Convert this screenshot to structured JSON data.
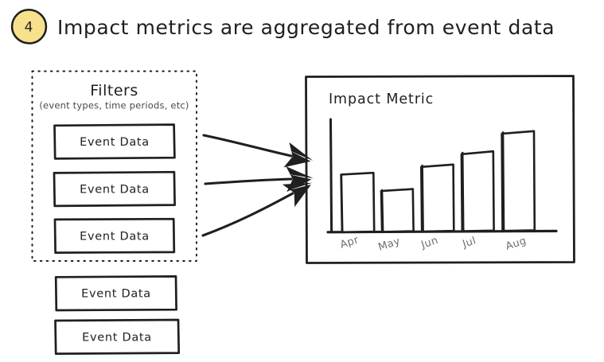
{
  "page": {
    "background": "#ffffff",
    "ink": "#1f1f1f"
  },
  "header": {
    "badge": {
      "number": "4",
      "fill": "#f8e18c",
      "stroke": "#1f1f1f"
    },
    "title": "Impact metrics are aggregated from event data"
  },
  "filters_group": {
    "title": "Filters",
    "subtitle": "(event types, time periods, etc)",
    "border_style": "dotted",
    "items": [
      {
        "label": "Event Data"
      },
      {
        "label": "Event Data"
      },
      {
        "label": "Event Data"
      }
    ]
  },
  "unfiltered_items": [
    {
      "label": "Event Data"
    },
    {
      "label": "Event Data"
    }
  ],
  "arrows": {
    "count": 3,
    "direction": "left-to-right",
    "color": "#1f1f1f"
  },
  "chart_panel": {
    "border_color": "#1f1f1f",
    "background": "#ffffff"
  },
  "chart_data": {
    "type": "bar",
    "title": "Impact Metric",
    "categories": [
      "Apr",
      "May",
      "Jun",
      "Jul",
      "Aug"
    ],
    "values": [
      58,
      42,
      66,
      79,
      100
    ],
    "ylim": [
      0,
      115
    ],
    "xlabel": "",
    "ylabel": "",
    "grid": false,
    "legend": null,
    "bar_fill": "#ffffff",
    "bar_hatch_color": "#8fdc9f",
    "bar_stroke": "#1f1f1f",
    "tick_label_color": "#6e6e6e",
    "axis_color": "#1f1f1f",
    "tick_label_rotation": -18
  }
}
